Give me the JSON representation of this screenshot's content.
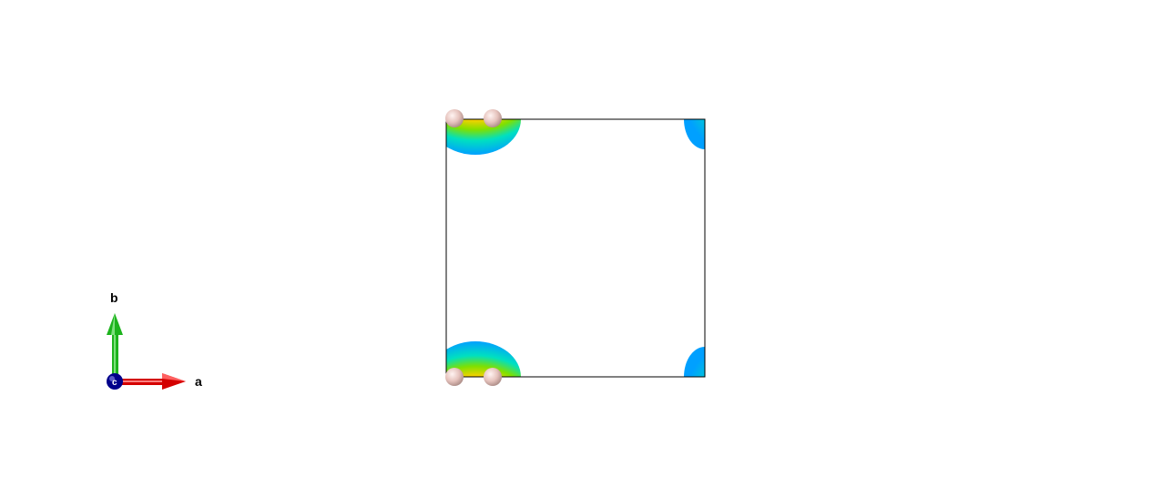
{
  "axes": {
    "a_label": "a",
    "b_label": "b",
    "c_label": "c",
    "colors": {
      "a": "#d40000",
      "b": "#1db31d",
      "c": "#00008b"
    }
  },
  "density_colormap": [
    "#00a0ff",
    "#00e0c0",
    "#7fe000",
    "#ffd000",
    "#ff4000",
    "#e80000"
  ],
  "atom_color": "#e6c3bd",
  "cell_edge_color": "#000000"
}
